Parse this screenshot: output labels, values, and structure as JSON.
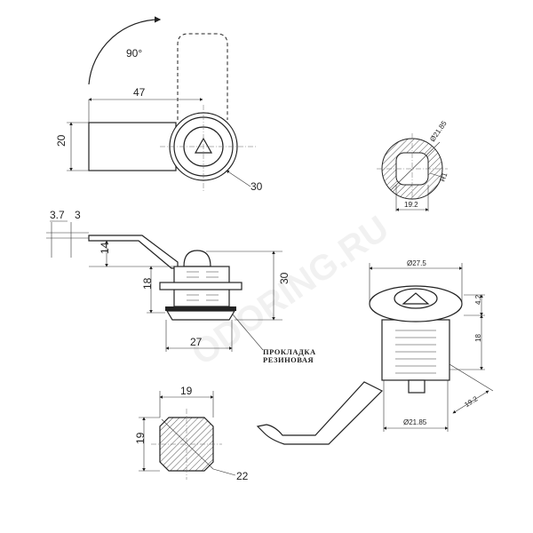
{
  "watermark": "ODORING.RU",
  "top_view": {
    "angle": "90°",
    "length": "47",
    "width": "20",
    "diameter": "30"
  },
  "section_view": {
    "diameter": "Ø21.85",
    "radius": "R1",
    "width": "19.2"
  },
  "side_view": {
    "lever_thickness": "3.7",
    "lever_gap": "3",
    "offset": "14",
    "thread_length": "18",
    "total_height": "30",
    "flange_width": "27",
    "gasket_label_line1": "ПРОКЛАДКА",
    "gasket_label_line2": "РЕЗИНОВАЯ"
  },
  "end_view": {
    "width": "19",
    "height": "19",
    "diagonal": "22"
  },
  "iso_view": {
    "flange_diameter": "Ø27.5",
    "flange_height": "4.2",
    "body_height": "18",
    "cam_width": "19.2",
    "thread_diameter": "Ø21.85"
  }
}
